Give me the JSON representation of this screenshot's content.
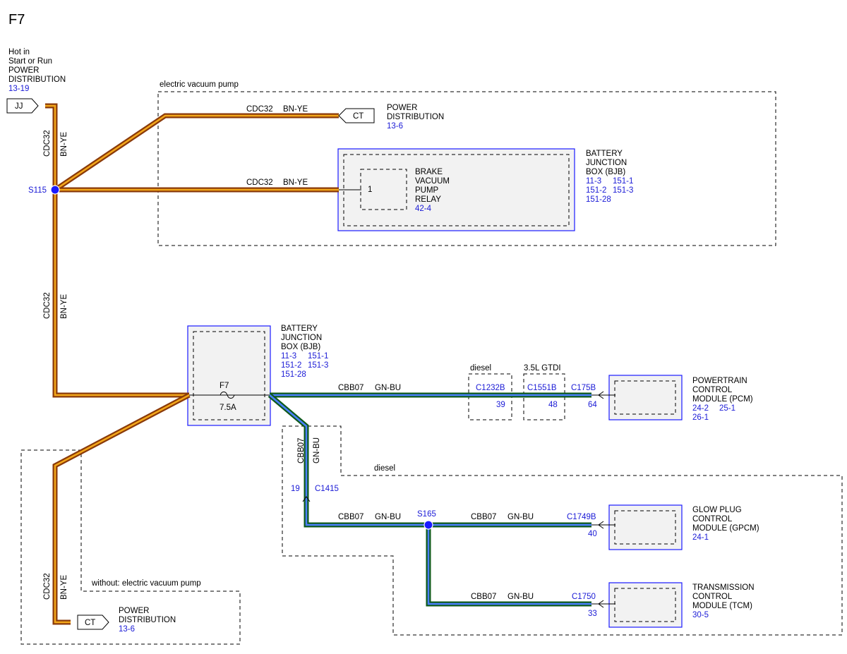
{
  "title": "F7",
  "source": {
    "lines": [
      "Hot in",
      "Start or Run",
      "POWER",
      "DISTRIBUTION"
    ],
    "ref": "13-19",
    "connector": "JJ"
  },
  "splices": {
    "s115": "S115",
    "s165": "S165"
  },
  "wires": {
    "circuit_bn": "CDC32",
    "color_bn": "BN-YE",
    "circuit_gn": "CBB07",
    "color_gn": "GN-BU"
  },
  "evp_group": {
    "label": "electric vacuum pump",
    "power_dist": {
      "connector": "CT",
      "lines": [
        "POWER",
        "DISTRIBUTION"
      ],
      "ref": "13-6"
    },
    "bjb": {
      "lines": [
        "BATTERY",
        "JUNCTION",
        "BOX (BJB)"
      ],
      "refs": [
        [
          "11-3",
          "151-1"
        ],
        [
          "151-2",
          "151-3"
        ],
        [
          "151-28"
        ]
      ]
    },
    "relay": {
      "pin": "1",
      "lines": [
        "BRAKE",
        "VACUUM",
        "PUMP",
        "RELAY"
      ],
      "ref": "42-4"
    }
  },
  "bjb_main": {
    "lines": [
      "BATTERY",
      "JUNCTION",
      "BOX (BJB)"
    ],
    "refs": [
      [
        "11-3",
        "151-1"
      ],
      [
        "151-2",
        "151-3"
      ],
      [
        "151-28"
      ]
    ],
    "fuse_name": "F7",
    "fuse_rating": "7.5A"
  },
  "no_evp_group": {
    "label": "without: electric vacuum pump",
    "power_dist": {
      "connector": "CT",
      "lines": [
        "POWER",
        "DISTRIBUTION"
      ],
      "ref": "13-6"
    }
  },
  "inline_connectors": [
    {
      "tag": "diesel",
      "name": "C1232B",
      "pin": "39"
    },
    {
      "tag": "3.5L GTDI",
      "name": "C1551B",
      "pin": "48"
    }
  ],
  "pcm": {
    "connector": "C175B",
    "pin": "64",
    "lines": [
      "POWERTRAIN",
      "CONTROL",
      "MODULE (PCM)"
    ],
    "refs": [
      [
        "24-2",
        "25-1"
      ],
      [
        "26-1"
      ]
    ]
  },
  "diesel_group": {
    "label": "diesel",
    "c1415": {
      "name": "C1415",
      "pin": "19"
    },
    "gpcm": {
      "connector": "C1749B",
      "pin": "40",
      "lines": [
        "GLOW PLUG",
        "CONTROL",
        "MODULE (GPCM)"
      ],
      "refs": [
        [
          "24-1"
        ]
      ]
    },
    "tcm": {
      "connector": "C1750",
      "pin": "33",
      "lines": [
        "TRANSMISSION",
        "CONTROL",
        "MODULE (TCM)"
      ],
      "refs": [
        [
          "30-5"
        ]
      ]
    }
  },
  "colors": {
    "brown": "#8a3a0a",
    "yellow": "#f4a81a",
    "green": "#0e5a1a",
    "blue_stripe": "#4a7fff",
    "ref_blue": "#1a1ad6",
    "box_border": "#1a1aff"
  }
}
